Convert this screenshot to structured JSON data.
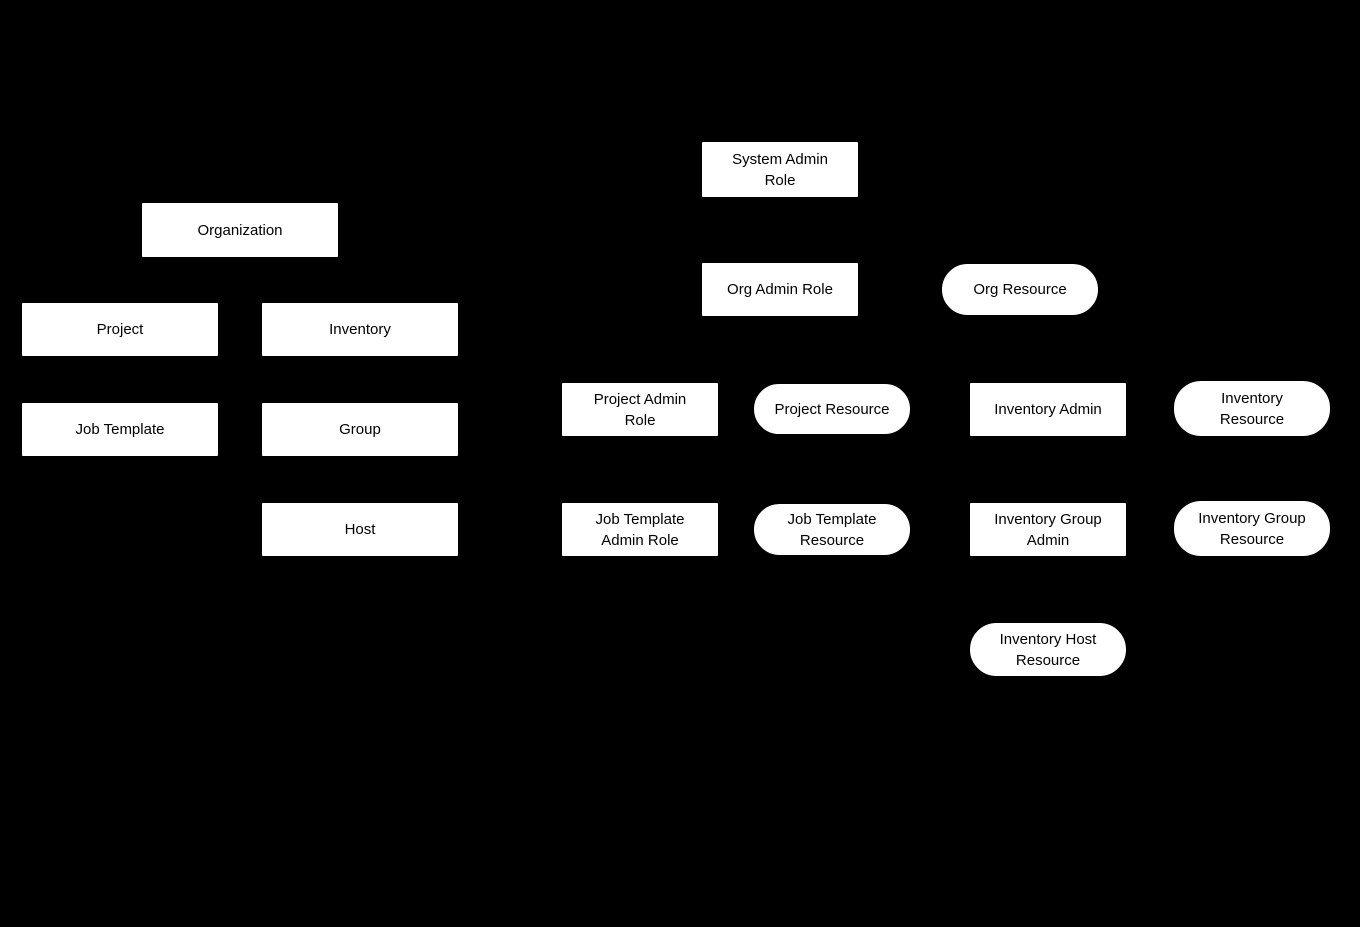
{
  "diagram": {
    "background_color": "#000000",
    "node_fill_color": "#ffffff",
    "node_text_color": "#000000",
    "nodes": [
      {
        "id": "organization",
        "label": "Organization",
        "shape": "rect"
      },
      {
        "id": "project",
        "label": "Project",
        "shape": "rect"
      },
      {
        "id": "inventory",
        "label": "Inventory",
        "shape": "rect"
      },
      {
        "id": "job-template",
        "label": "Job Template",
        "shape": "rect"
      },
      {
        "id": "group",
        "label": "Group",
        "shape": "rect"
      },
      {
        "id": "host",
        "label": "Host",
        "shape": "rect"
      },
      {
        "id": "system-admin-role",
        "label": "System Admin Role",
        "shape": "rect"
      },
      {
        "id": "org-admin-role",
        "label": "Org Admin Role",
        "shape": "rect"
      },
      {
        "id": "org-resource",
        "label": "Org Resource",
        "shape": "pill"
      },
      {
        "id": "project-admin-role",
        "label": "Project Admin Role",
        "shape": "rect"
      },
      {
        "id": "project-resource",
        "label": "Project Resource",
        "shape": "pill"
      },
      {
        "id": "inventory-admin",
        "label": "Inventory Admin",
        "shape": "rect"
      },
      {
        "id": "inventory-resource",
        "label": "Inventory Resource",
        "shape": "pill"
      },
      {
        "id": "job-template-admin-role",
        "label": "Job Template Admin Role",
        "shape": "rect"
      },
      {
        "id": "job-template-resource",
        "label": "Job Template Resource",
        "shape": "pill"
      },
      {
        "id": "inventory-group-admin",
        "label": "Inventory Group Admin",
        "shape": "rect"
      },
      {
        "id": "inventory-group-resource",
        "label": "Inventory Group Resource",
        "shape": "pill"
      },
      {
        "id": "inventory-host-resource",
        "label": "Inventory Host Resource",
        "shape": "pill"
      }
    ]
  }
}
